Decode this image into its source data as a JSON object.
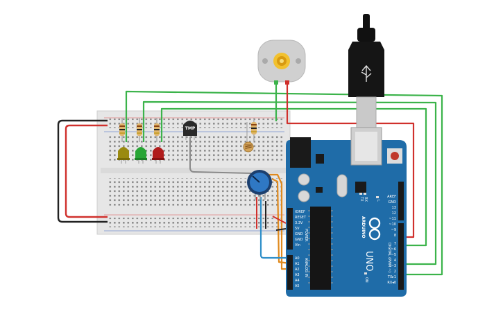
{
  "board": {
    "brand": "ARDUINO",
    "model": "UNO",
    "header_power": "POWER",
    "header_analog": "ANALOG IN",
    "header_digital": "DIGITAL (PWM ~)",
    "power_pins": [
      "IOREF",
      "RESET",
      "3.3V",
      "5V",
      "GND",
      "GND",
      "Vin"
    ],
    "analog_pins": [
      "A0",
      "A1",
      "A2",
      "A3",
      "A4",
      "A5"
    ],
    "digital_pins": [
      "AREF",
      "GND",
      "13",
      "12",
      "~11",
      "~10",
      "~9",
      "8",
      "7",
      "~6",
      "~5",
      "4",
      "~3",
      "2",
      "TX▸1",
      "RX◂0"
    ],
    "led_labels": [
      "TX",
      "RX",
      "L",
      "ON"
    ]
  },
  "sensor": {
    "label": "TMP"
  },
  "colors": {
    "board": "#1f6ca8",
    "wire_red": "#d0302c",
    "wire_black": "#222222",
    "wire_green": "#3bb34a",
    "wire_blue": "#2f8fc9",
    "wire_orange": "#e08a1e",
    "wire_grey": "#8a8a8a",
    "led_yellow": "#9a8a10",
    "led_green": "#27a535",
    "led_red": "#b01c1c"
  },
  "icons": [
    "usb-cable-icon",
    "dc-motor-icon",
    "potentiometer-icon",
    "photoresistor-icon",
    "temperature-sensor-icon"
  ]
}
